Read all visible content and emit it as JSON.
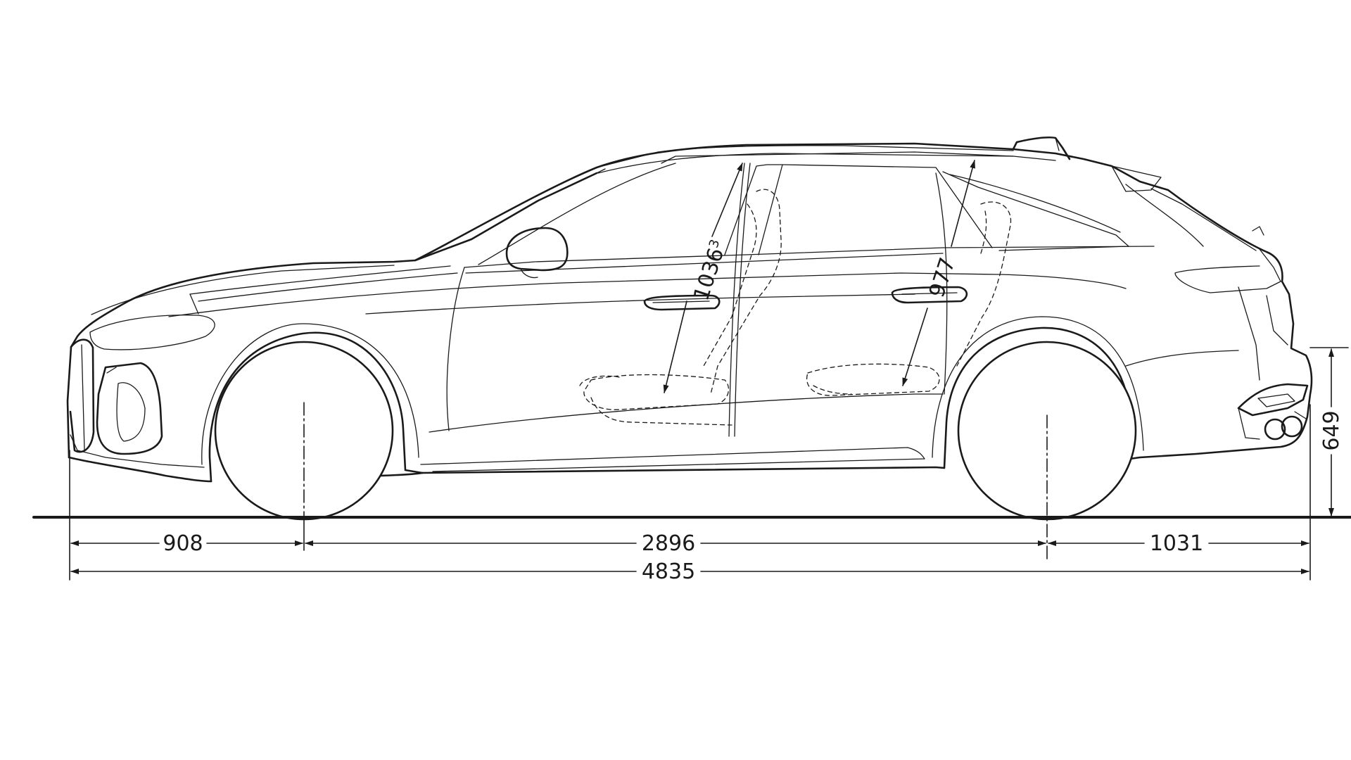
{
  "dimensions": {
    "front_overhang": "908",
    "wheelbase": "2896",
    "rear_overhang": "1031",
    "overall_length": "4835",
    "height": "649",
    "front_headroom": "1036",
    "front_headroom_note": "3",
    "rear_headroom": "977"
  },
  "colors": {
    "line": "#1a1a1a",
    "background": "#ffffff"
  }
}
